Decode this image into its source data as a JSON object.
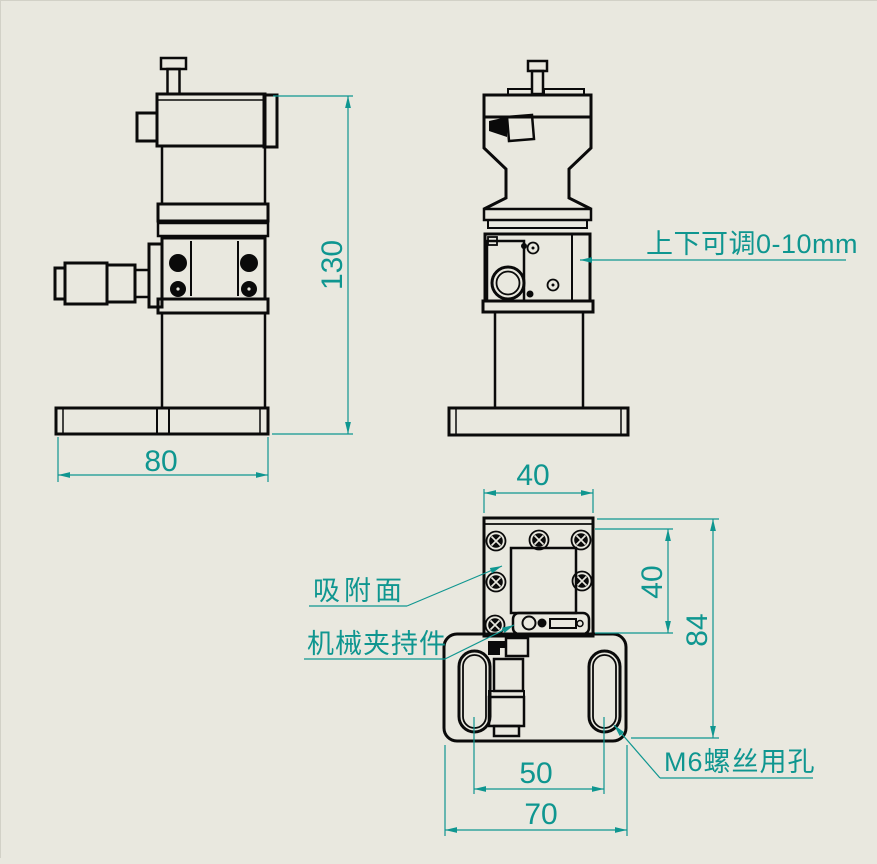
{
  "colors": {
    "background": "#e9e8df",
    "line": "#0a0a0a",
    "dimension": "#0f9690"
  },
  "side_view": {
    "dim_height": "130",
    "dim_base_width": "80"
  },
  "front_view": {
    "annotation_adjustable": "上下可调0-10mm"
  },
  "bottom_view": {
    "dim_plate_width": "40",
    "dim_plate_depth": "40",
    "dim_total_depth": "84",
    "dim_slot_spacing": "50",
    "dim_base_width": "70",
    "label_adsorption_surface": "吸附面",
    "label_mechanical_clamp": "机械夹持件",
    "label_m6_hole": "M6螺丝用孔"
  }
}
